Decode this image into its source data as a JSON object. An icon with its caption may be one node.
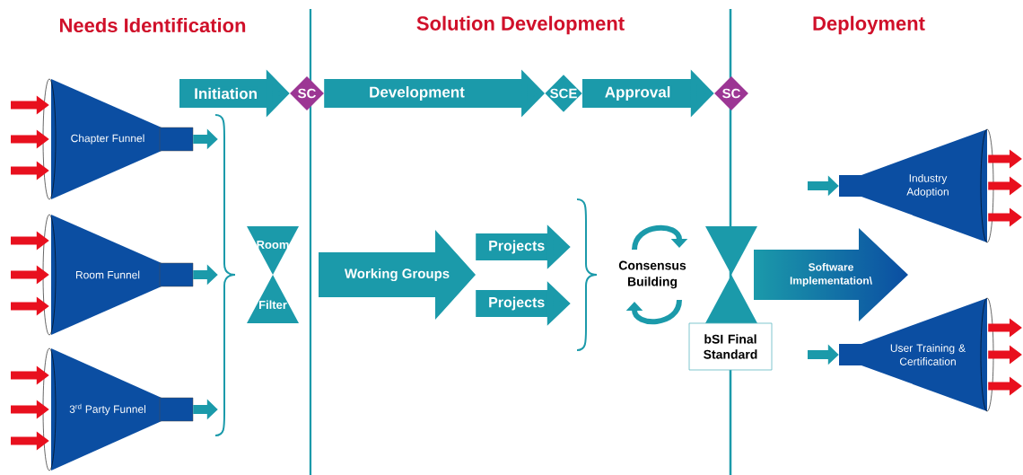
{
  "diagram": {
    "nodes": [
      {
        "text": [
          "Chapter Funnel"
        ]
      },
      {
        "text": [
          "Room Funnel"
        ]
      },
      {
        "text": [
          "3$^{rd}$ Party Funnel"
        ]
      },
      {
        "text": [
          "SC"
        ]
      },
      {
        "text": [
          "SCE"
        ]
      },
      {
        "text": [
          "SC"
        ]
      },
      {
        "text": [
          "Room",
          "Filter"
        ]
      },
      {
        "text": [
          "Working Groups"
        ]
      },
      {
        "text": [
          "Consensus Building"
        ]
      },
      {
        "text": [],
        "shape": "hourglass"
      },
      {
        "text": [
          "bSI Final Standard"
        ]
      },
      {
        "text": [
          "Software Implementation\\"
        ]
      },
      {
        "text": [
          "Industry Adoption"
        ]
      },
      {
        "text": [
          "User Training & Certification"
        ]
      }
    ],
    "edges": [
      {
        "from": null,
        "to": 0,
        "arrow": "to"
      },
      {
        "from": null,
        "to": 0,
        "arrow": "to"
      },
      {
        "from": null,
        "to": 0,
        "arrow": "to"
      },
      {
        "from": 0,
        "to": 6,
        "arrow": "to",
        "color": "#1b9aaa"
      },
      {
        "from": null,
        "to": 1,
        "arrow": "to"
      },
      {
        "from": null,
        "to": 1,
        "arrow": "to"
      },
      {
        "from": null,
        "to": 1,
        "arrow": "to"
      },
      {
        "from": 1,
        "to": 6,
        "arrow": "to",
        "color": "#1b9aaa"
      },
      {
        "from": null,
        "to": 2,
        "arrow": "to"
      },
      {
        "from": null,
        "to": 2,
        "arrow": "to"
      },
      {
        "from": null,
        "to": 2,
        "arrow": "to"
      },
      {
        "from": 2,
        "to": 6,
        "arrow": "to",
        "color": "#1b9aaa"
      },
      {
        "from": null,
        "to": 3,
        "arrow": "to",
        "label": "Initiation",
        "style": "thick",
        "color": "#1b9aaa"
      },
      {
        "from": 3,
        "to": 4,
        "arrow": "to",
        "label": "Development",
        "style": "thick",
        "color": "#1b9aaa"
      },
      {
        "from": 4,
        "to": 5,
        "arrow": "to",
        "label": "Approval",
        "style": "thick",
        "color": "#1b9aaa"
      },
      {
        "from": 7,
        "to": 8,
        "arrow": "to",
        "label": "Projects",
        "style": "thick",
        "color": "#1b9aaa"
      },
      {
        "from": 7,
        "to": 8,
        "arrow": "to",
        "label": "Projects",
        "style": "thick",
        "color": "#1b9aaa"
      },
      {
        "from": null,
        "to": 12,
        "arrow": "to",
        "color": "#1b9aaa"
      },
      {
        "from": 12,
        "to": null,
        "arrow": "to"
      },
      {
        "from": 12,
        "to": null,
        "arrow": "to"
      },
      {
        "from": 12,
        "to": null,
        "arrow": "to"
      },
      {
        "from": null,
        "to": 13,
        "arrow": "to",
        "color": "#1b9aaa"
      },
      {
        "from": 13,
        "to": null,
        "arrow": "to"
      },
      {
        "from": 13,
        "to": null,
        "arrow": "to"
      },
      {
        "from": 13,
        "to": null,
        "arrow": "to"
      }
    ],
    "labels": [
      "Needs Identification",
      "Solution Development",
      "Deployment"
    ]
  }
}
